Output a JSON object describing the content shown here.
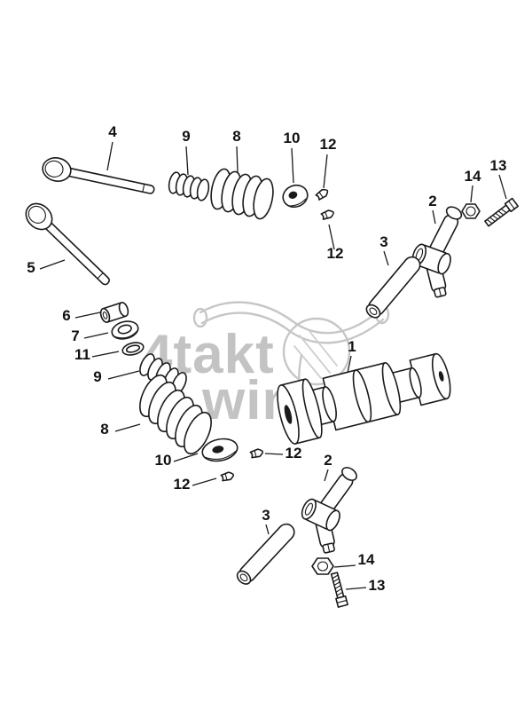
{
  "page": {
    "background": "#ffffff",
    "line_color": "#1a1a1a",
    "label_color": "#111111",
    "watermark_color": "#c3c3c3"
  },
  "watermark": {
    "line1": "4takt",
    "line2": "winkel"
  },
  "diagram": {
    "type": "exploded-parts-diagram",
    "callouts": [
      "4",
      "9",
      "8",
      "10",
      "12",
      "13",
      "14",
      "2",
      "3",
      "12",
      "5",
      "6",
      "7",
      "11",
      "9",
      "1",
      "8",
      "10",
      "12",
      "12",
      "2",
      "3",
      "14",
      "13"
    ]
  }
}
